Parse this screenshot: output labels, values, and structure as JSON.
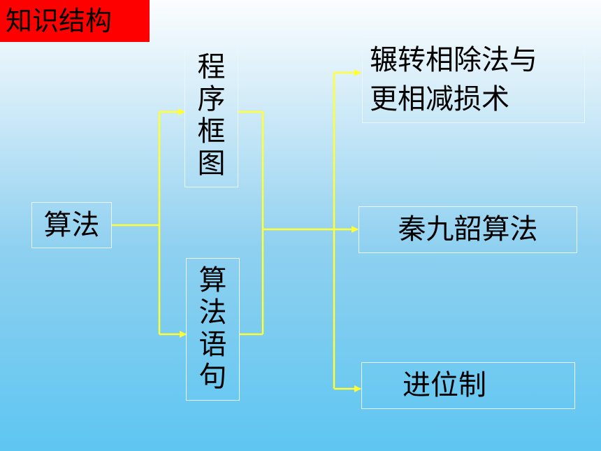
{
  "title": "知识结构",
  "root": "算法",
  "middle": {
    "top": [
      "程",
      "序",
      "框",
      "图"
    ],
    "bottom": [
      "算",
      "法",
      "语",
      "句"
    ]
  },
  "right": {
    "r1_line1": "辗转相除法与",
    "r1_line2": "更相减损术",
    "r2": "秦九韶算法",
    "r3": "进位制"
  },
  "colors": {
    "connector": "#ffff33",
    "title_bg": "#ff0000"
  }
}
